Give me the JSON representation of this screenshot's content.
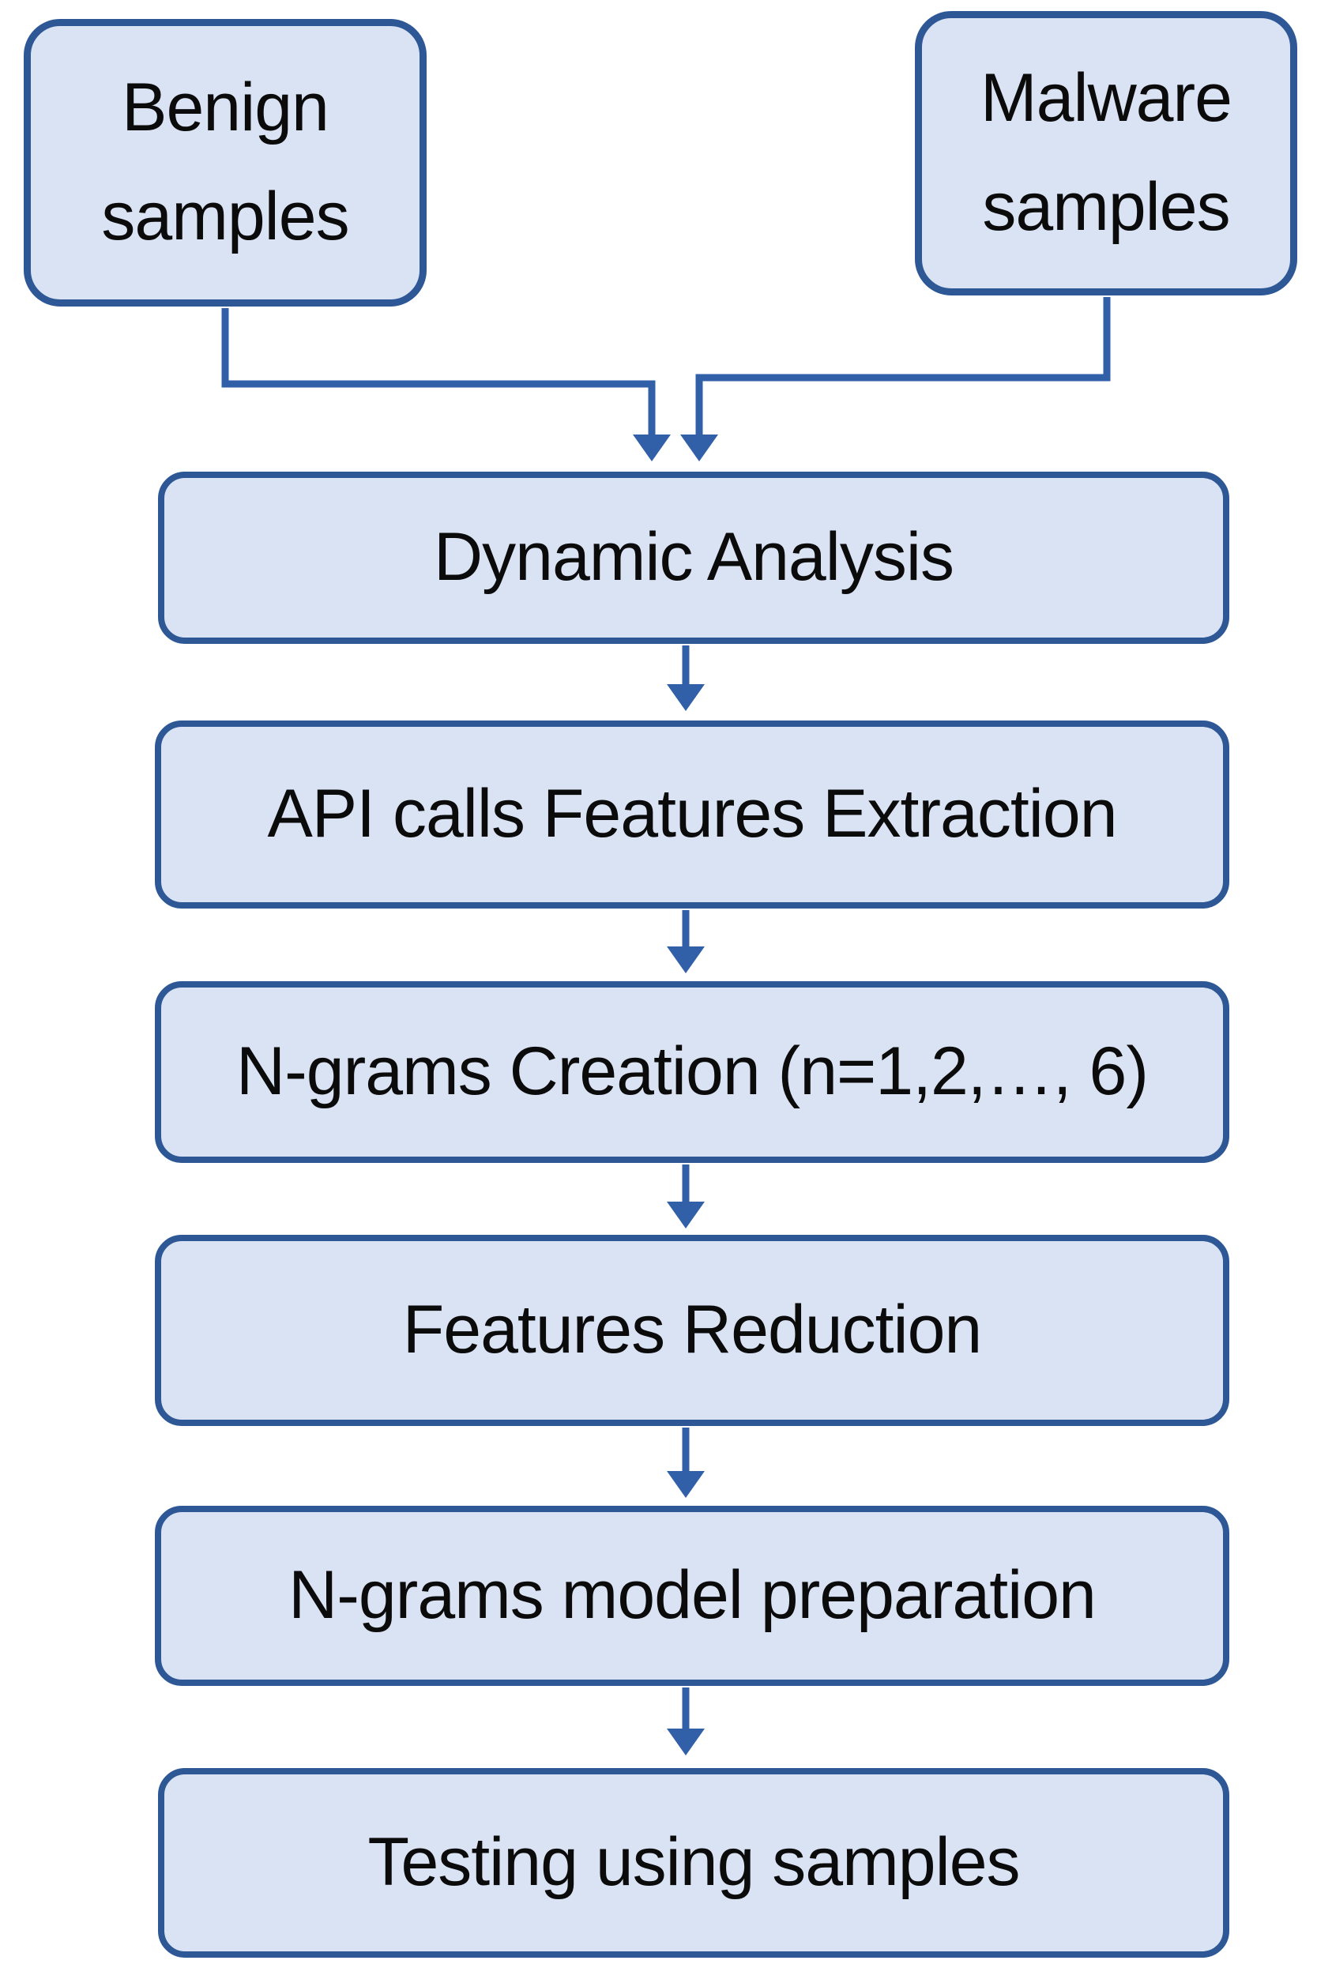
{
  "figure": {
    "type": "flowchart",
    "description": "Malware detection workflow diagram"
  },
  "colors": {
    "background": "#ffffff",
    "node_fill": "#dae3f3",
    "node_border": "#2d5795",
    "connector": "#3160a8",
    "text": "#0b0b0b"
  },
  "nodes": {
    "benign": {
      "label": "Benign samples"
    },
    "malware": {
      "label": "Malware samples"
    },
    "dynamic": {
      "label": "Dynamic Analysis"
    },
    "api": {
      "label": "API calls Features Extraction"
    },
    "creation": {
      "label": "N-grams Creation (n=1,2,…, 6)"
    },
    "reduction": {
      "label": "Features Reduction"
    },
    "model": {
      "label": "N-grams model preparation"
    },
    "testing": {
      "label": "Testing using samples"
    }
  },
  "edges": [
    {
      "from": "benign",
      "to": "dynamic"
    },
    {
      "from": "malware",
      "to": "dynamic"
    },
    {
      "from": "dynamic",
      "to": "api"
    },
    {
      "from": "api",
      "to": "creation"
    },
    {
      "from": "creation",
      "to": "reduction"
    },
    {
      "from": "reduction",
      "to": "model"
    },
    {
      "from": "model",
      "to": "testing"
    }
  ]
}
